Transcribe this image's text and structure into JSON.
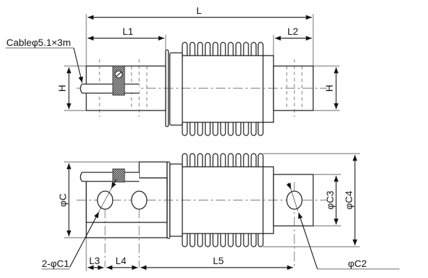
{
  "labels": {
    "L": "L",
    "L1": "L1",
    "L2": "L2",
    "H_left": "H",
    "H_right": "H",
    "cable": "Cableφ5.1×3m",
    "phiC": "φC",
    "phiC3": "φC3",
    "phiC4": "φC4",
    "C1": "2-φC1",
    "C2": "φC2",
    "L3": "L3",
    "L4": "L4",
    "L5": "L5"
  },
  "colors": {
    "line": "#222222",
    "hatch": "#555555"
  }
}
